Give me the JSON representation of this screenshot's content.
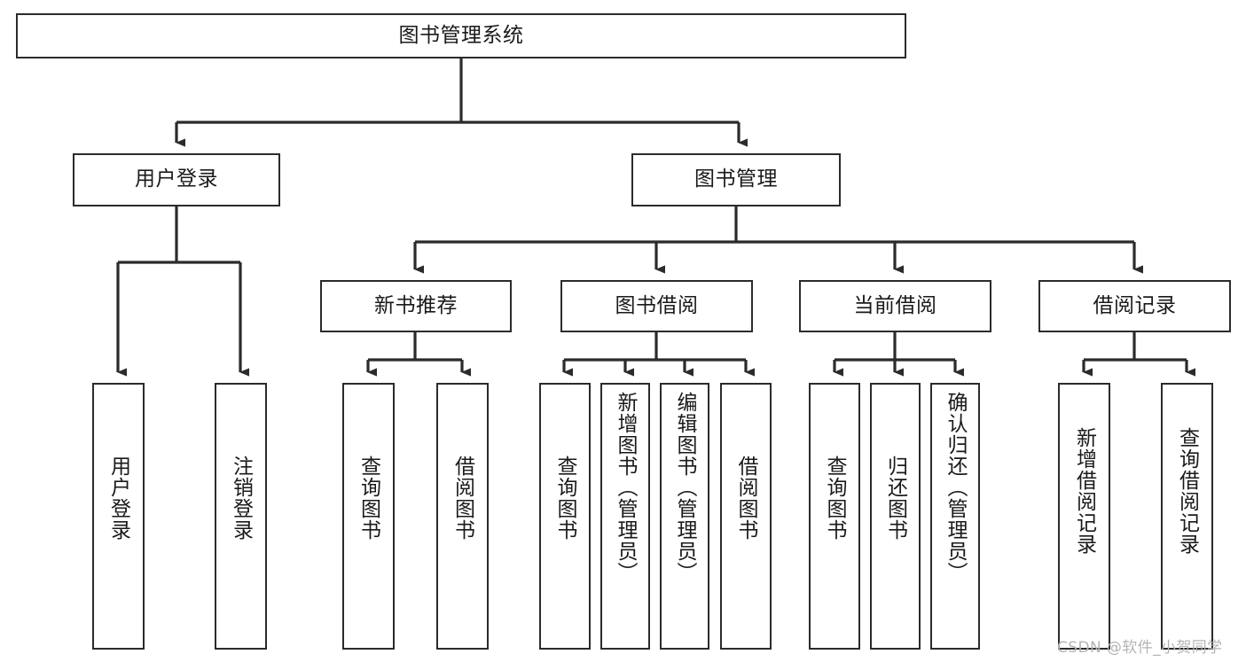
{
  "diagram": {
    "type": "tree",
    "title": "图书管理系统",
    "orientation": "top-down",
    "colors": {
      "box_border": "#2b2b2b",
      "box_fill": "#ffffff",
      "connector": "#2b2b2b",
      "text": "#1a1a1a",
      "watermark": "#b4b4b4"
    },
    "root": {
      "id": "root",
      "label": "图书管理系统",
      "orientation": "horizontal"
    },
    "level2": [
      {
        "id": "user-login",
        "label": "用户登录",
        "orientation": "horizontal"
      },
      {
        "id": "book-management",
        "label": "图书管理",
        "orientation": "horizontal"
      }
    ],
    "level3": [
      {
        "id": "new-book-recommend",
        "label": "新书推荐",
        "orientation": "horizontal",
        "parent": "book-management"
      },
      {
        "id": "book-borrow",
        "label": "图书借阅",
        "orientation": "horizontal",
        "parent": "book-management"
      },
      {
        "id": "current-borrow",
        "label": "当前借阅",
        "orientation": "horizontal",
        "parent": "book-management"
      },
      {
        "id": "borrow-record",
        "label": "借阅记录",
        "orientation": "horizontal",
        "parent": "book-management"
      }
    ],
    "leaves": [
      {
        "id": "leaf-user-login",
        "label": "用户登录",
        "orientation": "vertical",
        "parent": "user-login"
      },
      {
        "id": "leaf-logout-login",
        "label": "注销登录",
        "orientation": "vertical",
        "parent": "user-login"
      },
      {
        "id": "leaf-query-book-1",
        "label": "查询图书",
        "orientation": "vertical",
        "parent": "new-book-recommend"
      },
      {
        "id": "leaf-borrow-book-1",
        "label": "借阅图书",
        "orientation": "vertical",
        "parent": "new-book-recommend"
      },
      {
        "id": "leaf-query-book-2",
        "label": "查询图书",
        "orientation": "vertical",
        "parent": "book-borrow"
      },
      {
        "id": "leaf-add-book",
        "label": "新增图书（管理员）",
        "orientation": "vertical",
        "parent": "book-borrow"
      },
      {
        "id": "leaf-edit-book",
        "label": "编辑图书（管理员）",
        "orientation": "vertical",
        "parent": "book-borrow"
      },
      {
        "id": "leaf-borrow-book-2",
        "label": "借阅图书",
        "orientation": "vertical",
        "parent": "book-borrow"
      },
      {
        "id": "leaf-query-book-3",
        "label": "查询图书",
        "orientation": "vertical",
        "parent": "current-borrow"
      },
      {
        "id": "leaf-return-book",
        "label": "归还图书",
        "orientation": "vertical",
        "parent": "current-borrow"
      },
      {
        "id": "leaf-confirm-return",
        "label": "确认归还（管理员）",
        "orientation": "vertical",
        "parent": "current-borrow"
      },
      {
        "id": "leaf-add-record",
        "label": "新增借阅记录",
        "orientation": "vertical",
        "parent": "borrow-record"
      },
      {
        "id": "leaf-query-record",
        "label": "查询借阅记录",
        "orientation": "vertical",
        "parent": "borrow-record"
      }
    ]
  },
  "watermark": {
    "text": "CSDN @软件_小贺同学"
  }
}
